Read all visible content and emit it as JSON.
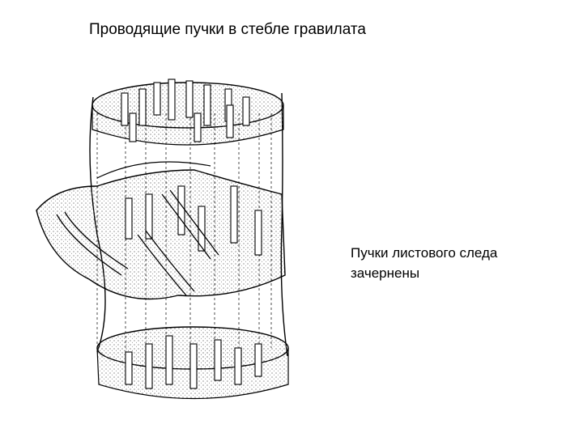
{
  "slide": {
    "title": "Проводящие пучки в стебле гравилата",
    "caption_line1": "Пучки листового следа",
    "caption_line2": "зачернены"
  },
  "colors": {
    "ink": "#000000",
    "background": "#ffffff",
    "stipple": "#bdbdbd"
  },
  "icons": {
    "illustration": "stem-vascular-bundles-drawing"
  }
}
